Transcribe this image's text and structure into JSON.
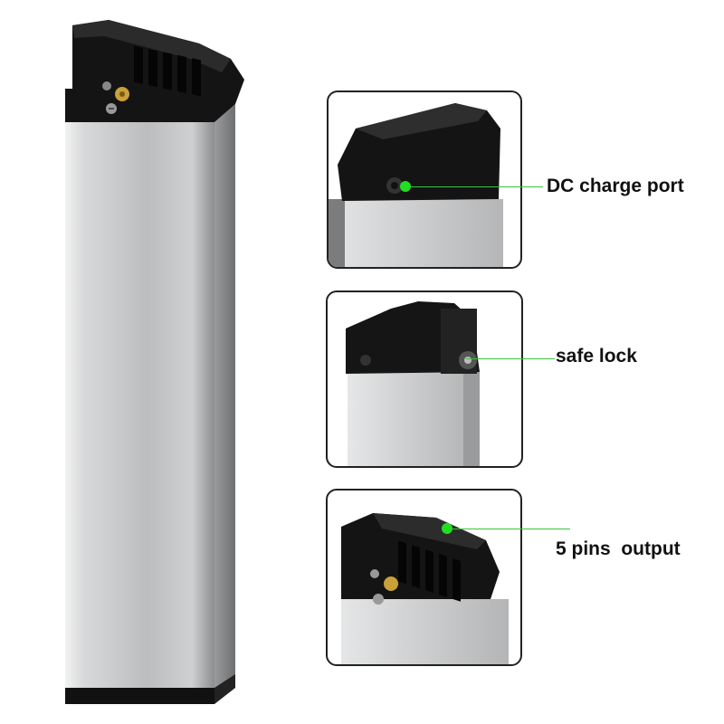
{
  "callouts": {
    "dc_charge_port": "DC charge port",
    "safe_lock": "safe lock",
    "five_pins_output": "5 pins  output"
  },
  "colors": {
    "housing_silver": "#c9cacb",
    "cap_black": "#141414",
    "callout_line": "#3bc43b",
    "callout_dot": "#22dd22",
    "brass_port": "#c9a03a"
  },
  "icons": [
    "battery-pack",
    "dc-port-icon",
    "lock-icon",
    "pin-connector-icon"
  ]
}
